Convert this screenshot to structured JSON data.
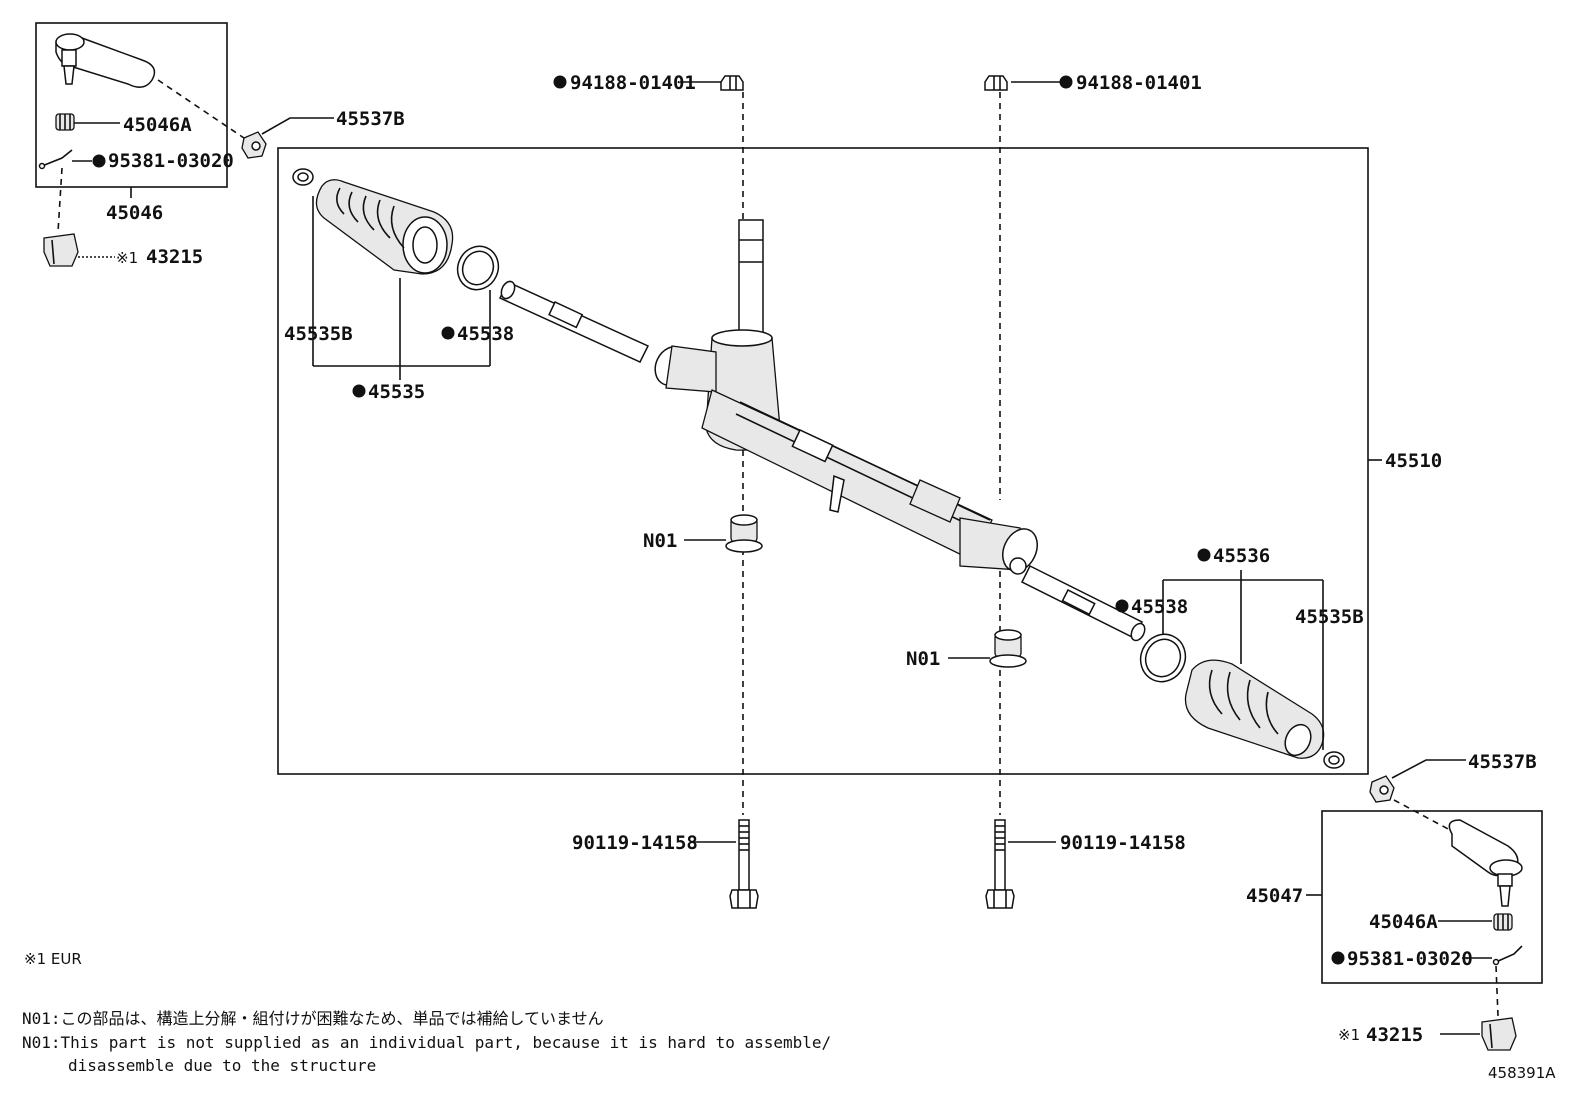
{
  "labels": {
    "p45537b_top": "45537B",
    "p45046a_top": "45046A",
    "p95381_top": "95381-03020",
    "p45046": "45046",
    "p43215_top": "43215",
    "p43215_top_mark": "※1",
    "p94188_left": "94188-01401",
    "p94188_right": "94188-01401",
    "p45535b_left": "45535B",
    "p45538_left": "45538",
    "p45535": "45535",
    "p45510": "45510",
    "n01_left": "N01",
    "n01_right": "N01",
    "p45536": "45536",
    "p45538_right": "45538",
    "p45535b_right": "45535B",
    "p45537b_bottom": "45537B",
    "p45047": "45047",
    "p45046a_bottom": "45046A",
    "p95381_bottom": "95381-03020",
    "p43215_bottom": "43215",
    "p43215_bottom_mark": "※1",
    "p90119_left": "90119-14158",
    "p90119_right": "90119-14158"
  },
  "notes": {
    "eur": "※1 EUR",
    "n01_jp": "N01:この部品は、構造上分解・組付けが困難なため、単品では補給していません",
    "n01_en_1": "N01:This part is not supplied as an individual part, because it is hard to assemble/",
    "n01_en_2": "disassemble due to the structure",
    "drawing_id": "458391A"
  }
}
